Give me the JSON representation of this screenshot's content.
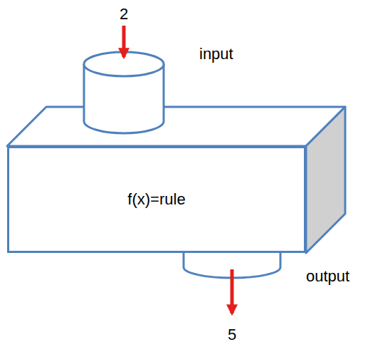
{
  "diagram": {
    "nodes": [
      {
        "text": [
          "f(x)=rule"
        ]
      }
    ],
    "labels": [
      "2",
      "input",
      "output",
      "5"
    ]
  }
}
